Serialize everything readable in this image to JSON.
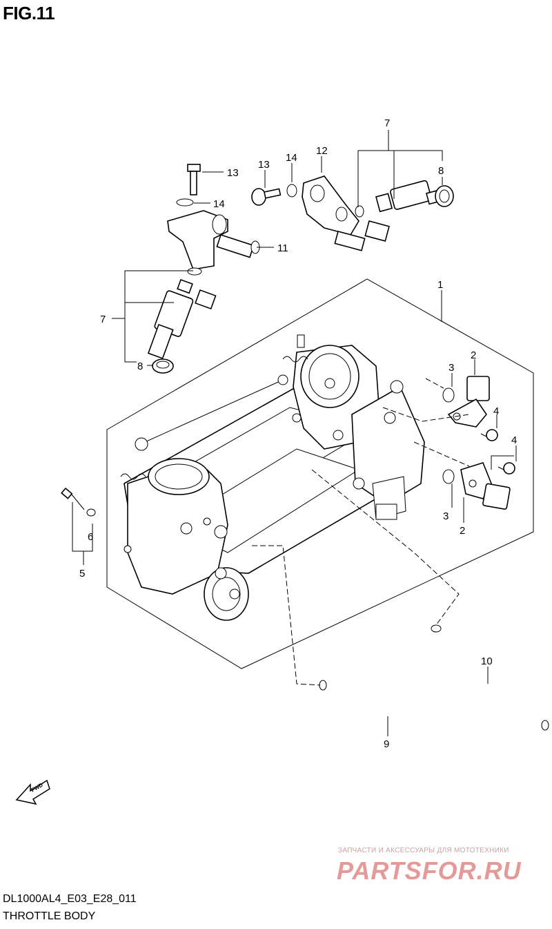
{
  "header": {
    "figure_title": "FIG.11"
  },
  "footer": {
    "model_code": "DL1000AL4_E03_E28_011",
    "caption": "THROTTLE BODY"
  },
  "callouts": {
    "c1": "1",
    "c2a": "2",
    "c2b": "2",
    "c3a": "3",
    "c3b": "3",
    "c4a": "4",
    "c4b": "4",
    "c5": "5",
    "c6": "6",
    "c7a": "7",
    "c7b": "7",
    "c8a": "8",
    "c8b": "8",
    "c9": "9",
    "c10": "10",
    "c11": "11",
    "c12": "12",
    "c13a": "13",
    "c13b": "13",
    "c14a": "14",
    "c14b": "14"
  },
  "fwd_label": "FWD",
  "watermark": {
    "tagline": "ЗАПЧАСТИ И АКСЕССУАРЫ ДЛЯ МОТОТЕХНИКИ",
    "logo": "PARTSFOR.RU"
  }
}
